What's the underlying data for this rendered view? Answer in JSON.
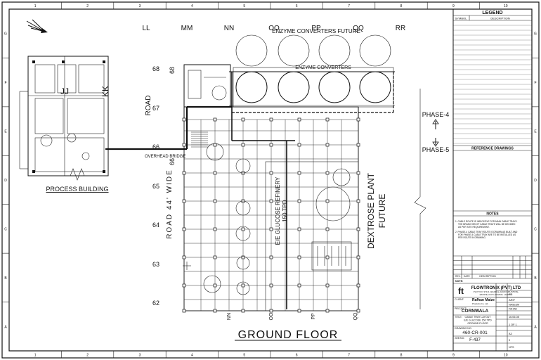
{
  "border_marks": {
    "top": [
      "1",
      "2",
      "3",
      "4",
      "5",
      "6",
      "7",
      "8",
      "9",
      "10"
    ],
    "bottom": [
      "1",
      "2",
      "3",
      "4",
      "5",
      "6",
      "7",
      "8",
      "9",
      "10"
    ],
    "left": [
      "G",
      "F",
      "E",
      "D",
      "C",
      "B",
      "A"
    ],
    "right": [
      "G",
      "F",
      "E",
      "D",
      "C",
      "B",
      "A"
    ]
  },
  "grid_columns": [
    "LL",
    "MM",
    "NN",
    "OO",
    "PP",
    "QQ",
    "RR"
  ],
  "grid_rows": [
    "68",
    "67",
    "66",
    "65",
    "64",
    "63",
    "62"
  ],
  "labels": {
    "enzyme_future": "ENZYME CONVERTERS FUTURE",
    "enzyme": "ENZYME CONVERTERS",
    "phase4": "PHASE-4",
    "phase5": "PHASE-5",
    "road_top": "ROAD",
    "road_left": "ROAD  44' WIDE",
    "overhead_bridge": "OVERHEAD BRIDGE",
    "process_building": "PROCESS BUILDING",
    "dextrose": "DEXTROSE PLANT",
    "dextrose_future": "FUTURE",
    "ground_floor": "GROUND FLOOR",
    "glucose": "E/E GLUCOSE REFINERY",
    "glucose_tpd": "150 TPD",
    "jj": "JJ",
    "kk": "KK"
  },
  "title_block": {
    "legend_title": "LEGEND",
    "legend_col1": "SYMBOL",
    "legend_col2": "DESCRIPTION",
    "reference_title": "REFERENCE DRAWINGS",
    "notes_title": "NOTES",
    "note1": "1. CABLE ROUTE IS INDICATIVE FOR MAIN CABLE TRAYS.",
    "note1b": "THE BRANCHES OF CABLE TRAYS WILL BE DECIDED",
    "note1c": "AS PER SITE REQUIREMENT.",
    "note2": "2. PHASE-4 CABLE TRAY ROUTE IS DRAWN AS BUILT AND",
    "note2b": "FOR PHASE-5 CABLE TRAY ARE TO BE INSTALLED AS",
    "note2c": "PER ROUTE IN DRAWING.",
    "rev_header": "DESCRIPTION",
    "rev_no": "REV.",
    "rev_date": "DATE",
    "note_label": "NOTE:",
    "company": "FLOWTRONIX (PVT) LTD",
    "company_addr": "PLOT NO. 971/3, QUAID-E-AZAM INDUSTRIAL",
    "company_addr2": "ESTATE, KOT LAKHPAT, LAHORE",
    "client_label": "CLIENT:",
    "client_logo_text": "Rafhan Maize",
    "client_logo_sub": "Products Co. Ltd.",
    "project_label": "PROJECT:",
    "project": "CORNWALA",
    "title_label": "TITLE:",
    "title1": "CABLE TRAY LAYOUT",
    "title2": "E/E GLUCOSE 150 TPD",
    "title3": "GROUND FLOOR",
    "drawing_no_label": "DRAWING NO.",
    "drawing_no": "460-CR-001",
    "job_no_label": "JOB NO.",
    "job_no": "F-437",
    "designed": "FT",
    "drawn": "ARIF",
    "checked": "NASEEM",
    "approved": "FAHAD",
    "date": "16.06.08",
    "scale": "NTS",
    "sheet": "1 OF 1",
    "size": "A3",
    "rev": "0"
  }
}
